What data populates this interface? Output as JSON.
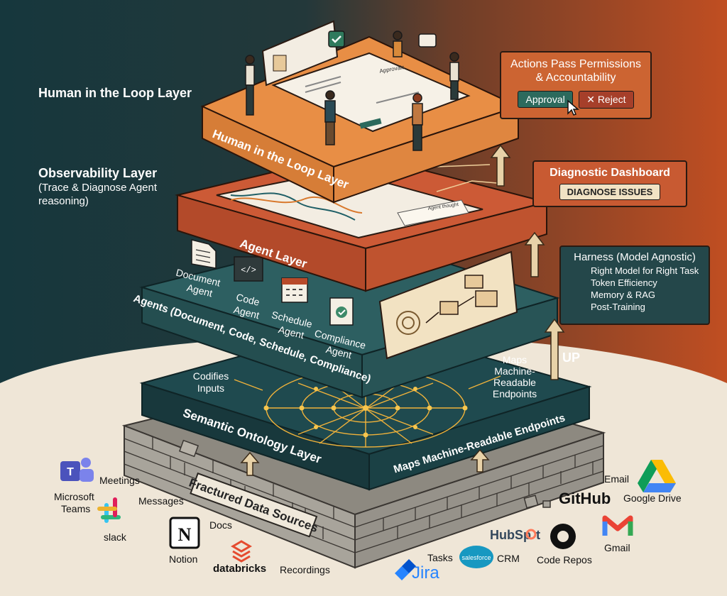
{
  "colors": {
    "bg_dark": "#16373d",
    "bg_rust": "#bd4c23",
    "cream": "#efe6d7",
    "human_layer": "#e88e45",
    "obs_layer": "#cc5a36",
    "agents_layer": "#2d5f61",
    "ontology_layer": "#1f4a4f",
    "brick": "#9d9990",
    "line_gold": "#f0b23a",
    "approval_green": "#2c6a5d",
    "reject_red": "#a63f2a"
  },
  "left_labels": {
    "human_title": "Human in the Loop Layer",
    "obs_title": "Observability Layer",
    "obs_sub1": "(Trace & Diagnose Agent",
    "obs_sub2": "reasoning)"
  },
  "layers": {
    "human": "Human in the Loop Layer",
    "agent": "Agent Layer",
    "agents": "Agents (Document, Code, Schedule, Compliance)",
    "ontology": "Semantic Ontology Layer",
    "endpoints": "Maps Machine-Readable Endpoints",
    "sources": "Fractured Data Sources"
  },
  "agents": [
    {
      "line1": "Document",
      "line2": "Agent",
      "icon": "document-icon"
    },
    {
      "line1": "Code",
      "line2": "Agent",
      "icon": "code-icon"
    },
    {
      "line1": "Schedule",
      "line2": "Agent",
      "icon": "calendar-icon"
    },
    {
      "line1": "Compliance",
      "line2": "Agent",
      "icon": "clipboard-check-icon"
    }
  ],
  "ontology_notes": {
    "codifies": [
      "Codifies",
      "Inputs"
    ],
    "maps": [
      "Maps",
      "Machine-",
      "Readable",
      "Endpoints"
    ]
  },
  "callouts": {
    "actions": {
      "title1": "Actions Pass Permissions",
      "title2": "& Accountability",
      "approval": "Approval",
      "reject": "✕ Reject"
    },
    "diagnostic": {
      "title": "Diagnostic Dashboard",
      "button": "DIAGNOSE ISSUES"
    },
    "harness": {
      "title": "Harness (Model Agnostic)",
      "items": [
        "Right Model for Right Task",
        "Token Efficiency",
        "Memory & RAG",
        "Post-Training"
      ]
    },
    "up": "UP"
  },
  "sources": [
    {
      "label": "Microsoft",
      "label2": "Teams",
      "icon": "teams-icon"
    },
    {
      "label": "Meetings"
    },
    {
      "label": "Messages"
    },
    {
      "label": "slack",
      "icon": "slack-icon"
    },
    {
      "label": "Notion",
      "icon": "notion-icon"
    },
    {
      "label": "Docs"
    },
    {
      "label": "databricks",
      "icon": "databricks-icon"
    },
    {
      "label": "Recordings"
    },
    {
      "label": "Tasks"
    },
    {
      "label": "Jira",
      "icon": "jira-icon"
    },
    {
      "label": "HubSpot",
      "icon": "hubspot-icon"
    },
    {
      "label": "salesforce",
      "icon": "salesforce-icon"
    },
    {
      "label": "CRM"
    },
    {
      "label": "GitHub",
      "icon": "github-logo"
    },
    {
      "label": "Code Repos",
      "icon": "github-octocat-icon"
    },
    {
      "label": "Email"
    },
    {
      "label": "Google Drive",
      "icon": "google-drive-icon"
    },
    {
      "label": "Gmail",
      "icon": "gmail-icon"
    }
  ],
  "screens": {
    "approvals": "Approvals",
    "agent_thought": "Agent thought"
  }
}
